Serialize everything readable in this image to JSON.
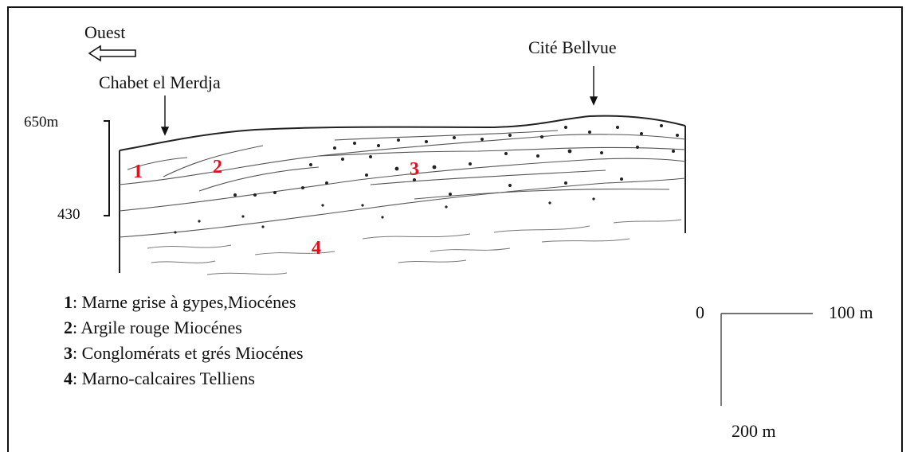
{
  "direction": {
    "label": "Ouest",
    "icon": "arrow-left-icon"
  },
  "places": {
    "left": "Chabet el Merdja",
    "right": "Cité Bellvue"
  },
  "elevation": {
    "top": "650m",
    "bottom": "430"
  },
  "units": [
    {
      "number": "1",
      "text": ": Marne  grise à gypes,Miocénes"
    },
    {
      "number": "2",
      "text": ": Argile rouge Miocénes"
    },
    {
      "number": "3",
      "text": ": Conglomérats et grés Miocénes"
    },
    {
      "number": "4",
      "text": ": Marno-calcaires Telliens"
    }
  ],
  "scale": {
    "origin": "0",
    "horizontal": "100 m",
    "vertical": "200 m"
  },
  "colors": {
    "unit_numbers": "#e0111b",
    "lines": "#111111"
  }
}
